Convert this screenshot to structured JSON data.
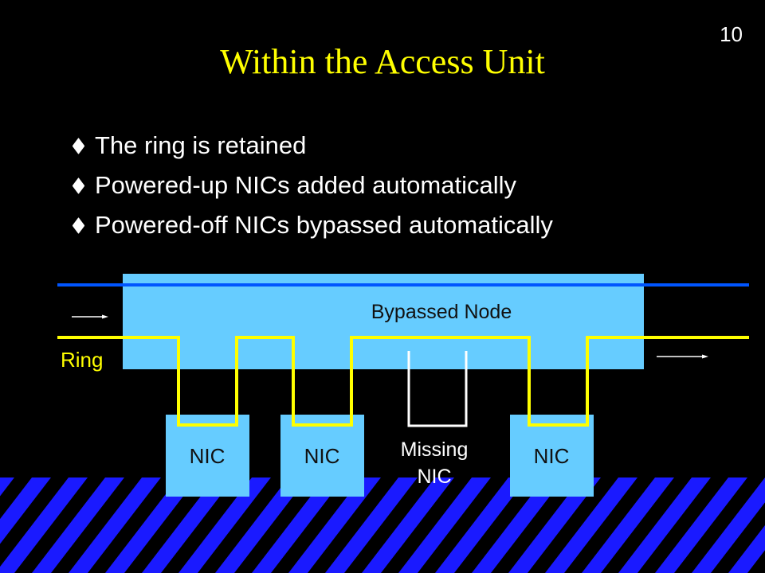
{
  "slide": {
    "page_number": "10",
    "title": "Within the Access Unit"
  },
  "bullets": [
    "The ring is retained",
    "Powered-up NICs added automatically",
    "Powered-off NICs bypassed automatically"
  ],
  "diagram": {
    "node_label": "Bypassed Node",
    "ring_label": "Ring",
    "nic_labels": [
      "NIC",
      "NIC",
      "NIC"
    ],
    "missing_label_line1": "Missing",
    "missing_label_line2": "NIC"
  },
  "colors": {
    "background": "#000000",
    "title": "#ffff00",
    "ring_line": "#ffff00",
    "node_box": "#66ccff",
    "blue_line": "#0055ff",
    "stripe_blue": "#1a1aff"
  }
}
